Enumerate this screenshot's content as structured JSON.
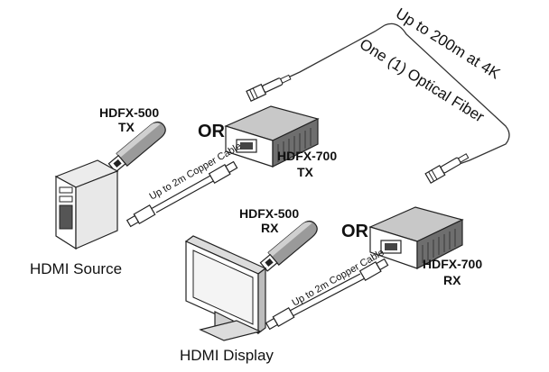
{
  "labels": {
    "tx_dongle_model": "HDFX-500",
    "tx_dongle_role": "TX",
    "tx_or": "OR",
    "tx_box_model": "HDFX-700",
    "tx_box_role": "TX",
    "rx_dongle_model": "HDFX-500",
    "rx_dongle_role": "RX",
    "rx_or": "OR",
    "rx_box_model": "HDFX-700",
    "rx_box_role": "RX",
    "source": "HDMI Source",
    "display": "HDMI Display",
    "tx_cable": "Up to 2m Copper Cable",
    "rx_cable": "Up to 2m Copper Cable",
    "fiber_distance": "Up to 200m at 4K",
    "fiber_type": "One (1) Optical Fiber"
  }
}
